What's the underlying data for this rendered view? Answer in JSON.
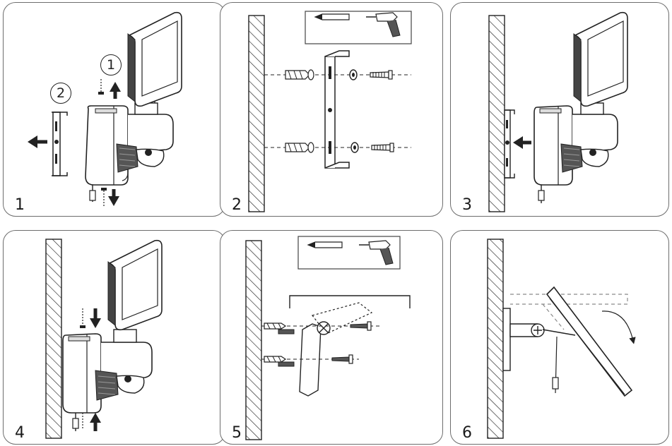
{
  "steps": [
    {
      "number": "1",
      "callouts": [
        "1",
        "2"
      ]
    },
    {
      "number": "2"
    },
    {
      "number": "3"
    },
    {
      "number": "4"
    },
    {
      "number": "5"
    },
    {
      "number": "6"
    }
  ],
  "colors": {
    "line": "#222222",
    "frame": "#6d6d6d",
    "dark": "#333333",
    "mid": "#8a8a8a"
  },
  "icons": [
    "pencil-icon",
    "drill-icon",
    "wall-anchor-icon",
    "screw-icon",
    "washer-icon",
    "bracket-icon",
    "push-arrow-icon",
    "rotate-arrow-icon"
  ]
}
